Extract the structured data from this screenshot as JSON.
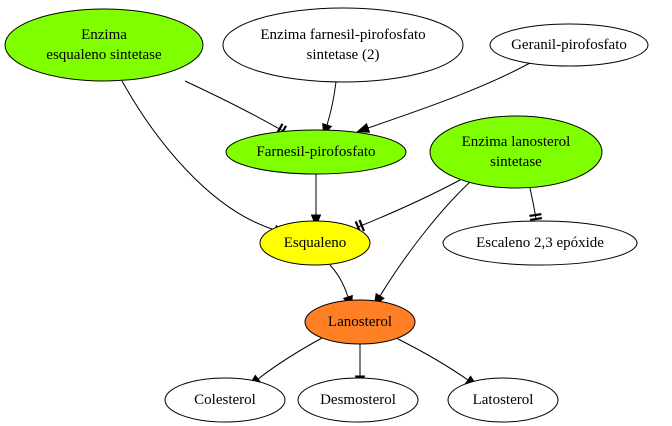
{
  "colors": {
    "enzyme": "#7fff00",
    "intermediate": "#7fff00",
    "squalene": "#ffff00",
    "lanosterol": "#ff7f24",
    "neutral": "#ffffff"
  },
  "nodes": {
    "enzima_esqualeno": {
      "lines": [
        "Enzima",
        "esqualeno sintetase"
      ],
      "color": "enzyme"
    },
    "enzima_fpp": {
      "lines": [
        "Enzima farnesil-pirofosfato",
        "sintetase (2)"
      ],
      "color": "neutral"
    },
    "geranil": {
      "lines": [
        "Geranil-pirofosfato"
      ],
      "color": "neutral"
    },
    "farnesil": {
      "lines": [
        "Farnesil-pirofosfato"
      ],
      "color": "intermediate"
    },
    "enzima_lanosterol": {
      "lines": [
        "Enzima lanosterol",
        "sintetase"
      ],
      "color": "enzyme"
    },
    "esqualeno": {
      "lines": [
        "Esqualeno"
      ],
      "color": "squalene"
    },
    "escaleno_epoxide": {
      "lines": [
        "Escaleno 2,3 epóxide"
      ],
      "color": "neutral"
    },
    "lanosterol": {
      "lines": [
        "Lanosterol"
      ],
      "color": "lanosterol"
    },
    "colesterol": {
      "lines": [
        "Colesterol"
      ],
      "color": "neutral"
    },
    "desmosterol": {
      "lines": [
        "Desmosterol"
      ],
      "color": "neutral"
    },
    "latosterol": {
      "lines": [
        "Latosterol"
      ],
      "color": "neutral"
    }
  },
  "edges": [
    {
      "from": "enzima_esqualeno",
      "to": "farnesil",
      "marker": "tee"
    },
    {
      "from": "enzima_fpp",
      "to": "farnesil",
      "marker": "arrow"
    },
    {
      "from": "geranil",
      "to": "farnesil",
      "marker": "arrow"
    },
    {
      "from": "enzima_esqualeno",
      "to": "esqualeno",
      "marker": "arrow"
    },
    {
      "from": "farnesil",
      "to": "esqualeno",
      "marker": "arrow"
    },
    {
      "from": "enzima_lanosterol",
      "to": "esqualeno",
      "marker": "tee"
    },
    {
      "from": "enzima_lanosterol",
      "to": "escaleno_epoxide",
      "marker": "tee"
    },
    {
      "from": "enzima_lanosterol",
      "to": "lanosterol",
      "marker": "arrow"
    },
    {
      "from": "esqualeno",
      "to": "lanosterol",
      "marker": "arrow"
    },
    {
      "from": "lanosterol",
      "to": "colesterol",
      "marker": "arrow"
    },
    {
      "from": "lanosterol",
      "to": "desmosterol",
      "marker": "arrow"
    },
    {
      "from": "lanosterol",
      "to": "latosterol",
      "marker": "arrow"
    }
  ]
}
